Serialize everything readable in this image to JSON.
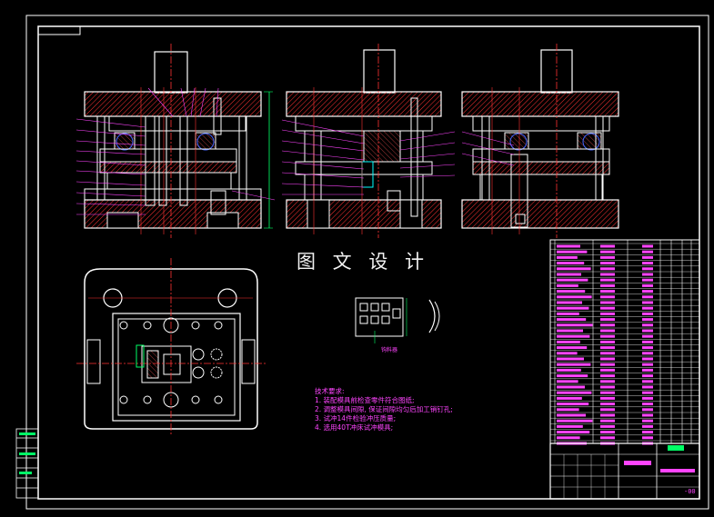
{
  "drawing": {
    "watermark": "图 文 设 计",
    "detail_label": "钩料器",
    "tech_requirements": {
      "heading": "技术要求:",
      "lines": [
        "1. 装配模具前检查零件符合图纸;",
        "2. 调整模具间隙, 保证间隙均匀后加工销钉孔;",
        "3. 试冲14件检验冲压质量;",
        "4. 选用40T冲床试冲模具;"
      ]
    },
    "sheet_number": "-00"
  },
  "colors": {
    "background": "#000000",
    "frame": "#ffffff",
    "part_lines": "#ffffff",
    "centerlines": "#ff3333",
    "hatch": "#ff3333",
    "leaders": "#ff44ff",
    "dimensions": "#00ff66",
    "balloons": "#4466ff",
    "accent_cyan": "#00ffff"
  }
}
